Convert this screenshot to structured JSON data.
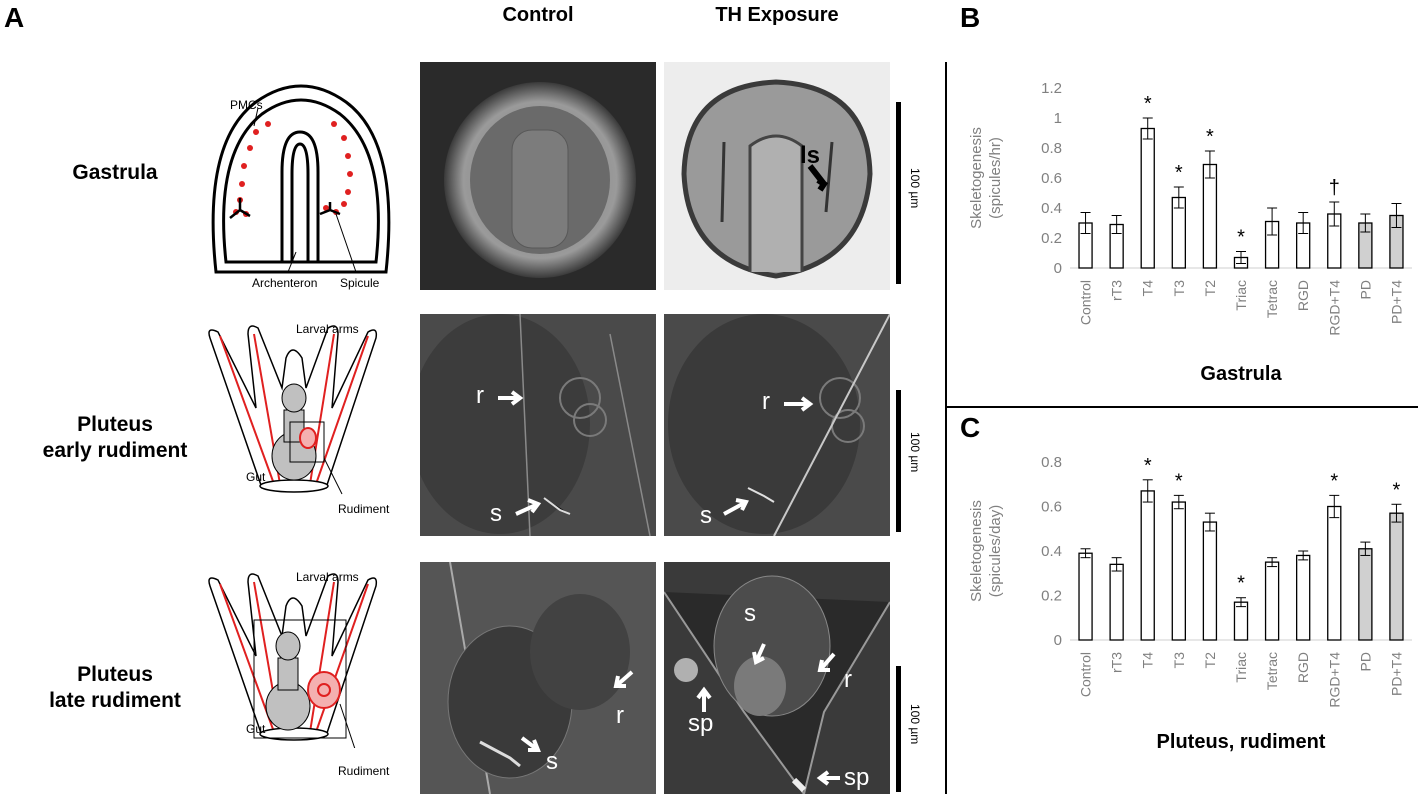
{
  "panels": {
    "a": "A",
    "b": "B",
    "c": "C"
  },
  "columns": {
    "control": "Control",
    "exposure": "TH Exposure"
  },
  "stages": {
    "gastrula": "Gastrula",
    "early_line1": "Pluteus",
    "early_line2": "early rudiment",
    "late_line1": "Pluteus",
    "late_line2": "late rudiment"
  },
  "diagram_labels": {
    "pmcs": "PMCs",
    "archenteron": "Archenteron",
    "spicule": "Spicule",
    "larval_arms": "Larval arms",
    "gut": "Gut",
    "rudiment": "Rudiment"
  },
  "micro_labels": {
    "ls": "ls",
    "r": "r",
    "s": "s",
    "sp": "sp"
  },
  "scale_label": "100 µm",
  "colors": {
    "bar_white": "#ffffff",
    "bar_grey": "#d0d0d0",
    "axis_text": "#808080",
    "spicule_red": "#e02020"
  },
  "chart_data": [
    {
      "type": "bar",
      "panel": "B",
      "categories": [
        "Control",
        "rT3",
        "T4",
        "T3",
        "T2",
        "Triac",
        "Tetrac",
        "RGD",
        "RGD+T4",
        "PD",
        "PD+T4"
      ],
      "values": [
        0.3,
        0.29,
        0.93,
        0.47,
        0.69,
        0.07,
        0.31,
        0.3,
        0.36,
        0.3,
        0.35
      ],
      "errors": [
        0.07,
        0.06,
        0.07,
        0.07,
        0.09,
        0.04,
        0.09,
        0.07,
        0.08,
        0.06,
        0.08
      ],
      "markers": [
        "",
        "",
        "*",
        "*",
        "*",
        "*",
        "",
        "",
        "†",
        "",
        ""
      ],
      "fills": [
        "white",
        "white",
        "white",
        "white",
        "white",
        "white",
        "white",
        "white",
        "white",
        "grey",
        "grey"
      ],
      "ylabel_line1": "Skeletogenesis",
      "ylabel_line2": "(spicules/hr)",
      "xlabel": "Gastrula",
      "ylim": [
        0,
        1.2
      ],
      "yticks": [
        "0",
        "0.2",
        "0.4",
        "0.6",
        "0.8",
        "1",
        "1.2"
      ]
    },
    {
      "type": "bar",
      "panel": "C",
      "categories": [
        "Control",
        "rT3",
        "T4",
        "T3",
        "T2",
        "Triac",
        "Tetrac",
        "RGD",
        "RGD+T4",
        "PD",
        "PD+T4"
      ],
      "values": [
        0.39,
        0.34,
        0.67,
        0.62,
        0.53,
        0.17,
        0.35,
        0.38,
        0.6,
        0.41,
        0.57
      ],
      "errors": [
        0.02,
        0.03,
        0.05,
        0.03,
        0.04,
        0.02,
        0.02,
        0.02,
        0.05,
        0.03,
        0.04
      ],
      "markers": [
        "",
        "",
        "*",
        "*",
        "",
        "*",
        "",
        "",
        "*",
        "",
        "*"
      ],
      "fills": [
        "white",
        "white",
        "white",
        "white",
        "white",
        "white",
        "white",
        "white",
        "white",
        "grey",
        "grey"
      ],
      "ylabel_line1": "Skeletogenesis",
      "ylabel_line2": "(spicules/day)",
      "xlabel": "Pluteus, rudiment",
      "ylim": [
        0,
        0.8
      ],
      "yticks": [
        "0",
        "0.2",
        "0.4",
        "0.6",
        "0.8"
      ]
    }
  ]
}
